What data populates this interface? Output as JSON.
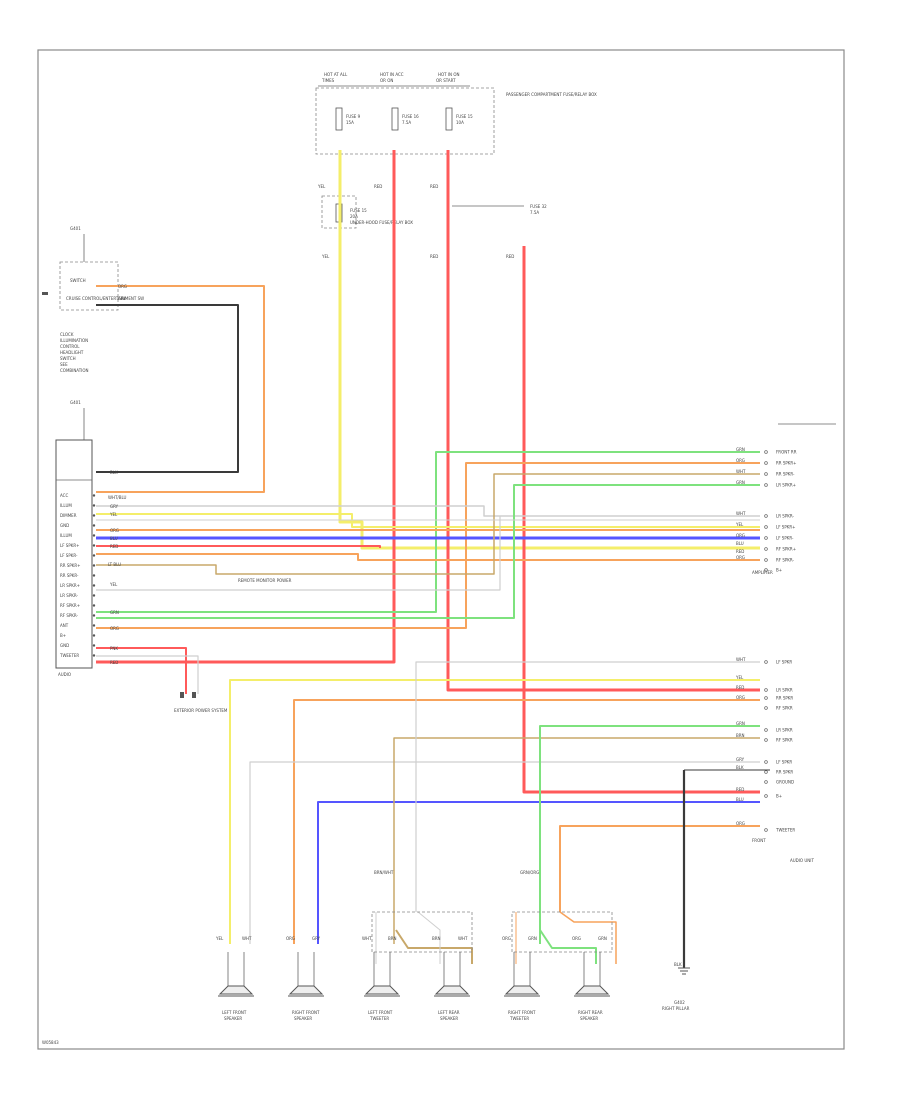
{
  "footer": {
    "page_code": "W05843"
  },
  "colors": {
    "yel": "#f4ee6a",
    "red": "#ff5a5a",
    "grn": "#7ee27e",
    "org": "#f7a35c",
    "blu": "#5555ff",
    "wht": "#cfcfcf",
    "dark": "#3a3a3a",
    "tan": "#c8a86a"
  },
  "power": {
    "sources": [
      {
        "line1": "HOT AT ALL",
        "line2": "TIMES"
      },
      {
        "line1": "HOT IN ACC",
        "line2": "OR ON"
      },
      {
        "line1": "HOT IN ON",
        "line2": "OR START"
      }
    ],
    "fuse_box_title": "PASSENGER COMPARTMENT FUSE/RELAY BOX",
    "fuses": [
      {
        "name": "FUSE 9",
        "rating": "15A"
      },
      {
        "name": "FUSE 16",
        "rating": "7.5A"
      },
      {
        "name": "FUSE 15",
        "rating": "10A"
      }
    ],
    "under_hood": "UNDER-HOOD FUSE/RELAY BOX",
    "sub_fuses": [
      {
        "name": "FUSE 15",
        "rating": "20A"
      },
      {
        "name": "FUSE 32",
        "rating": "7.5A"
      }
    ]
  },
  "wires": {
    "yel": "YEL",
    "red": "RED",
    "grn": "GRN",
    "org": "ORG",
    "blu": "BLU",
    "wht": "WHT",
    "gry": "GRY",
    "lt_blu": "LT BLU",
    "brn": "BRN",
    "pnk": "PNK",
    "blk": "BLK",
    "wht_blu": "WHT/BLU",
    "brn_wht": "BRN/WHT",
    "grn_org": "GRN/ORG"
  },
  "left_top": {
    "ground": "G401",
    "switch": "SWITCH",
    "module_label": "CRUISE CONTROL/ENTERTAINMENT SW",
    "note_lines": [
      "CLOCK",
      "ILLUMINATION",
      "CONTROL",
      "HEADLIGHT",
      "SWITCH",
      "SEE",
      "COMBINATION"
    ]
  },
  "audio_unit": {
    "ground": "G401",
    "title": "AUDIO",
    "pins": [
      "ACC",
      "ILLUM",
      "DIMMER",
      "GND",
      "ILLUM",
      "LF SPKR+",
      "LF SPKR-",
      "RR SPKR+",
      "RR SPKR-",
      "LR SPKR+",
      "LR SPKR-",
      "RF SPKR+",
      "RF SPKR-",
      "ANT",
      "B+",
      "GND",
      "TWEETER"
    ],
    "side_note": "REMOTE MONITOR POWER"
  },
  "right_top": {
    "label": "AMPLIFIER",
    "pins": [
      "FRONT RR",
      "RR SPKR+",
      "RR SPKR-",
      "LR SPKR+",
      "LR SPKR-",
      "LF SPKR+",
      "LF SPKR-",
      "RF SPKR+",
      "RF SPKR-",
      "B+"
    ]
  },
  "right_bottom": {
    "label": "FRONT",
    "pins": [
      "LF SPKR",
      "LR SPKR",
      "RR SPKR",
      "RF SPKR",
      "LR SPKR",
      "RF SPKR",
      "LF SPKR",
      "RR SPKR",
      "GROUND",
      "B+",
      "TWEETER"
    ],
    "note": "AUDIO UNIT"
  },
  "bottom_left_connector": {
    "label": "EXTERIOR POWER SYSTEM"
  },
  "speakers": [
    {
      "line1": "LEFT FRONT",
      "line2": "SPEAKER"
    },
    {
      "line1": "RIGHT FRONT",
      "line2": "SPEAKER"
    },
    {
      "line1": "LEFT FRONT",
      "line2": "TWEETER"
    },
    {
      "line1": "LEFT REAR",
      "line2": "SPEAKER"
    },
    {
      "line1": "RIGHT FRONT",
      "line2": "TWEETER"
    },
    {
      "line1": "RIGHT REAR",
      "line2": "SPEAKER"
    }
  ],
  "ground_right": {
    "code": "G402",
    "note": "RIGHT PILLAR"
  }
}
